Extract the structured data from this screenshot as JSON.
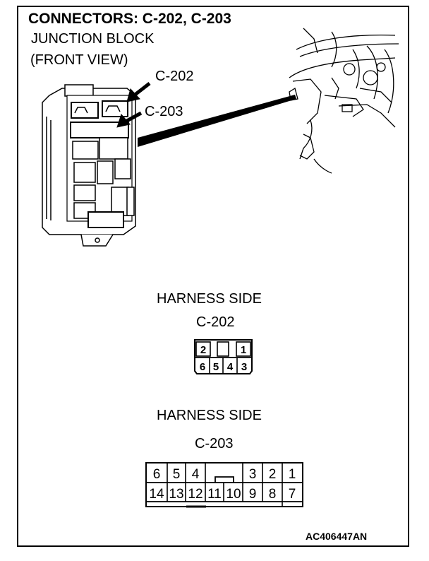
{
  "header": {
    "title": "CONNECTORS: C-202, C-203",
    "subtitle_line1": "JUNCTION BLOCK",
    "subtitle_line2": "(FRONT VIEW)"
  },
  "callouts": {
    "c202": "C-202",
    "c203": "C-203"
  },
  "connector_c202": {
    "heading": "HARNESS SIDE",
    "name": "C-202",
    "top_pins": [
      "2",
      "",
      "",
      "1"
    ],
    "bottom_pins": [
      "6",
      "5",
      "4",
      "3"
    ]
  },
  "connector_c203": {
    "heading": "HARNESS SIDE",
    "name": "C-203",
    "top_pins": [
      "6",
      "5",
      "4",
      "",
      "",
      "3",
      "2",
      "1"
    ],
    "bottom_pins": [
      "14",
      "13",
      "12",
      "11",
      "10",
      "9",
      "8",
      "7"
    ]
  },
  "footer": {
    "figure_code": "AC406447AN"
  }
}
